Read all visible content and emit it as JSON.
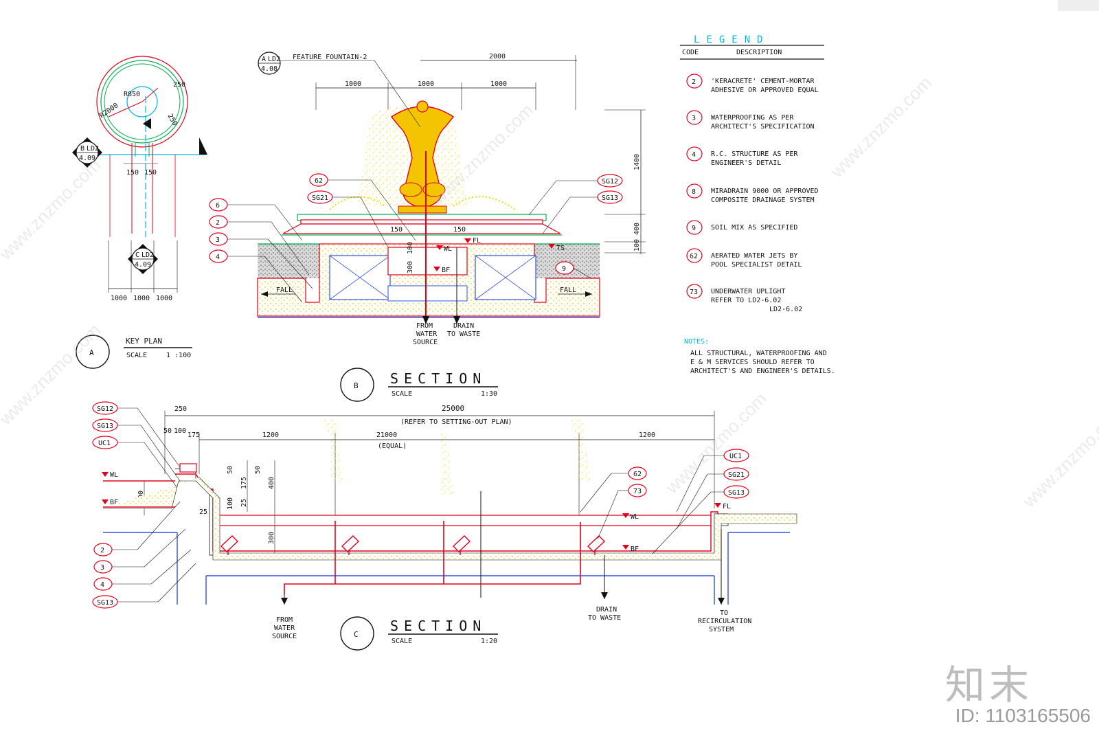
{
  "legend": {
    "title": "LEGEND",
    "col_code": "CODE",
    "col_desc": "DESCRIPTION",
    "items": [
      {
        "code": "2",
        "line1": "'KERACRETE' CEMENT-MORTAR",
        "line2": "ADHESIVE OR APPROVED EQUAL"
      },
      {
        "code": "3",
        "line1": "WATERPROOFING AS PER",
        "line2": "ARCHITECT'S SPECIFICATION"
      },
      {
        "code": "4",
        "line1": "R.C. STRUCTURE AS PER",
        "line2": "ENGINEER'S DETAIL"
      },
      {
        "code": "8",
        "line1": "MIRADRAIN 9000 OR APPROVED",
        "line2": "COMPOSITE DRAINAGE SYSTEM"
      },
      {
        "code": "9",
        "line1": "SOIL MIX AS SPECIFIED",
        "line2": ""
      },
      {
        "code": "62",
        "line1": "AERATED WATER JETS BY",
        "line2": "POOL SPECIALIST DETAIL"
      },
      {
        "code": "73",
        "line1": "UNDERWATER UPLIGHT",
        "line2": "REFER TO LD2-6.02",
        "line3": "LD2-6.02"
      }
    ]
  },
  "notes": {
    "title": "NOTES:",
    "lines": [
      "ALL STRUCTURAL, WATERPROOFING AND",
      "E & M SERVICES SHOULD REFER TO",
      "ARCHITECT'S AND ENGINEER'S DETAILS."
    ]
  },
  "key_plan": {
    "tag": "A",
    "title": "KEY PLAN",
    "scale_label": "SCALE",
    "scale": "1 :100",
    "r_outer": "R2000",
    "r_inner": "R850",
    "dim_250": "250",
    "dim_250b": "250",
    "dims_150": [
      "150",
      "150"
    ],
    "dims_1000": [
      "1000",
      "1000",
      "1000"
    ],
    "ref_b": {
      "letter": "B",
      "sheet": "LD2",
      "num": "4.09"
    },
    "ref_c": {
      "letter": "C",
      "sheet": "LD2",
      "num": "4.09"
    }
  },
  "section_b": {
    "tag": "B",
    "title": "SECTION",
    "scale_label": "SCALE",
    "scale": "1:30",
    "ref": {
      "letter": "A",
      "sheet": "LD2",
      "num": "4.08"
    },
    "feature": "FEATURE FOUNTAIN-2",
    "dims_top": [
      "2000",
      "1000",
      "1000",
      "1000"
    ],
    "dims_right": [
      "1400",
      "400",
      "100"
    ],
    "dims_inner": [
      "150",
      "150",
      "100",
      "300"
    ],
    "tags_left": [
      "6",
      "2",
      "3",
      "4"
    ],
    "tags_other": [
      "62",
      "SG21",
      "SG12",
      "SG13",
      "9"
    ],
    "levels": [
      "WL",
      "FL",
      "BF",
      "TS"
    ],
    "fall": [
      "FALL",
      "FALL"
    ],
    "from_water": [
      "FROM",
      "WATER",
      "SOURCE"
    ],
    "drain": [
      "DRAIN",
      "TO WASTE"
    ]
  },
  "section_c": {
    "tag": "C",
    "title": "SECTION",
    "scale_label": "SCALE",
    "scale": "1:20",
    "dim_total": "25000",
    "refer": "(REFER TO SETTING-OUT PLAN)",
    "dim_mid": "21000",
    "equal": "(EQUAL)",
    "dims_ends": [
      "1200",
      "1200"
    ],
    "dims_small": [
      "250",
      "50",
      "100",
      "175"
    ],
    "dims_vert": [
      "50",
      "175",
      "50",
      "400",
      "300",
      "25",
      "100",
      "300",
      "25"
    ],
    "tags_left": [
      "SG12",
      "SG13",
      "UC1",
      "2",
      "3",
      "4",
      "SG13"
    ],
    "tags_right": [
      "62",
      "73",
      "UC1",
      "SG21",
      "SG13"
    ],
    "levels": [
      "WL",
      "BF",
      "FL",
      "WL",
      "BF"
    ],
    "from_water": [
      "FROM",
      "WATER",
      "SOURCE"
    ],
    "drain": [
      "DRAIN",
      "TO WASTE"
    ],
    "recirc": [
      "TO",
      "RECIRCULATION",
      "SYSTEM"
    ]
  },
  "watermark": {
    "text": "www.znzmo.com"
  },
  "branding": {
    "logo": "知末",
    "id": "ID: 1103165506"
  }
}
